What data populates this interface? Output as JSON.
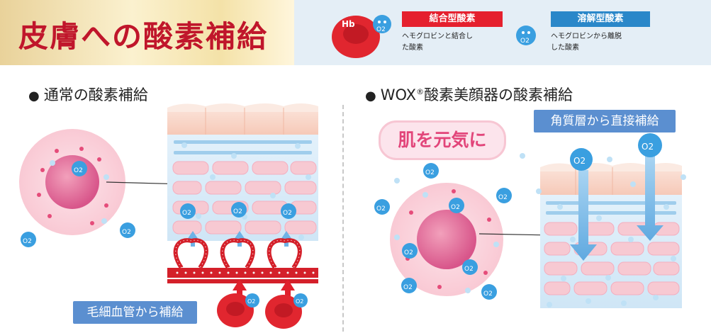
{
  "header": {
    "title": "皮膚への酸素補給",
    "bound_oxygen": {
      "tag": "結合型酸素",
      "description_line1": "ヘモグロビンと結合し",
      "description_line2": "た酸素",
      "icon_label": "Hb"
    },
    "dissolved_oxygen": {
      "tag": "溶解型酸素",
      "description_line1": "ヘモグロビンから離脱",
      "description_line2": "した酸素"
    }
  },
  "left_panel": {
    "title": "通常の酸素補給",
    "bullet": "●",
    "capillary_label": "毛細血管から補給"
  },
  "right_panel": {
    "title_prefix": "WOX",
    "title_mark": "®",
    "title_suffix": "酸素美顔器の酸素補給",
    "bullet": "●",
    "direct_label": "角質層から直接補給",
    "pill_text": "肌を元気に"
  },
  "molecule_label": "O2",
  "colors": {
    "title_red": "#c0162b",
    "tag_red": "#e5202e",
    "tag_blue": "#2a87c9",
    "label_blue": "#5b8fd0",
    "pill_pink": "#e2457a",
    "skin_pink": "#f7c9d2",
    "molecule_blue": "#3a9fe0"
  }
}
